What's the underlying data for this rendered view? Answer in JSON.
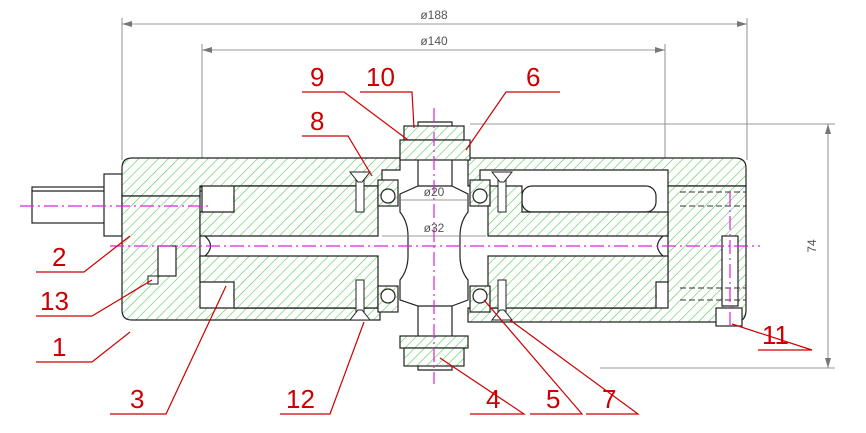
{
  "dimensions": {
    "outer_diameter": "ø188",
    "inner_diameter": "ø140",
    "bearing_diameter": "ø20",
    "shaft_diameter": "ø32",
    "height": "74"
  },
  "part_labels": [
    "1",
    "2",
    "3",
    "4",
    "5",
    "6",
    "7",
    "8",
    "9",
    "10",
    "11",
    "12",
    "13"
  ],
  "colors": {
    "hatch": "#55cc55",
    "outline": "#222222",
    "dimension": "#777777",
    "centerline": "#dd22dd",
    "label": "#cc0000"
  }
}
